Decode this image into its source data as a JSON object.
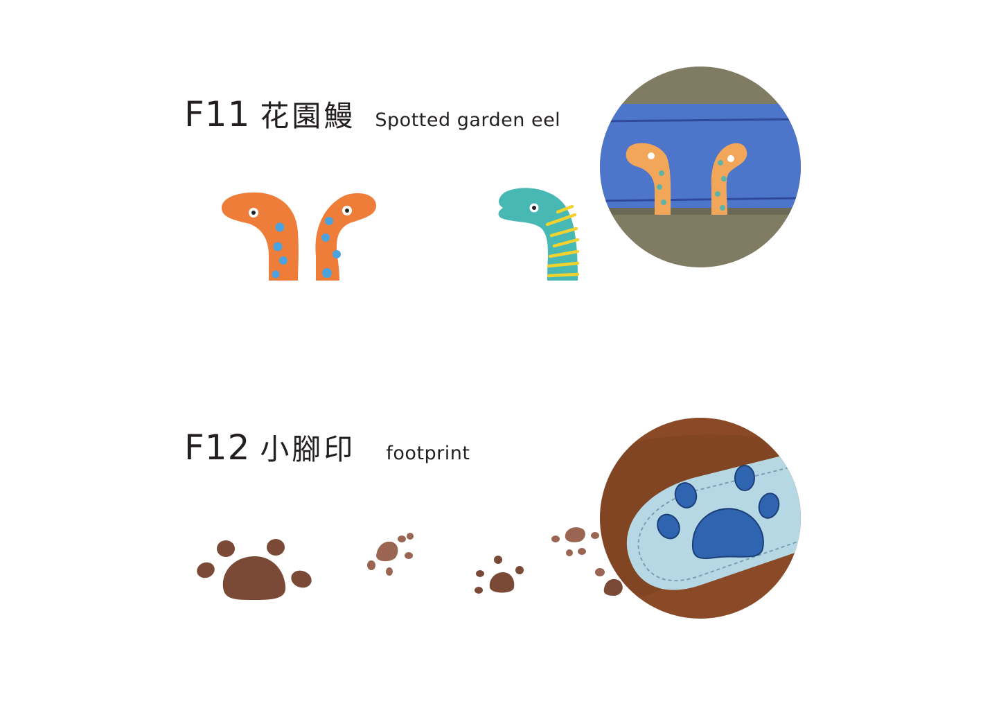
{
  "items": [
    {
      "code": "F11",
      "name_zh": "花園鰻",
      "name_en": "Spotted garden eel",
      "illustrations": [
        "orange-spotted-eel-pair",
        "teal-striped-eel"
      ],
      "colors": {
        "eel_orange": "#ef7d3a",
        "eel_spot": "#4aa3df",
        "eel_teal": "#47b8b4",
        "eel_stripe": "#f1d22e",
        "photo_blue": "#4d75c9"
      }
    },
    {
      "code": "F12",
      "name_zh": "小腳印",
      "name_en": "footprint",
      "illustrations": [
        "brown-paw-prints"
      ],
      "colors": {
        "paw_dark": "#7a4a36",
        "paw_light": "#9a6552",
        "photo_leather": "#b5d8e4",
        "photo_patch": "#2f64b0",
        "photo_wood": "#8a4a27"
      }
    }
  ]
}
